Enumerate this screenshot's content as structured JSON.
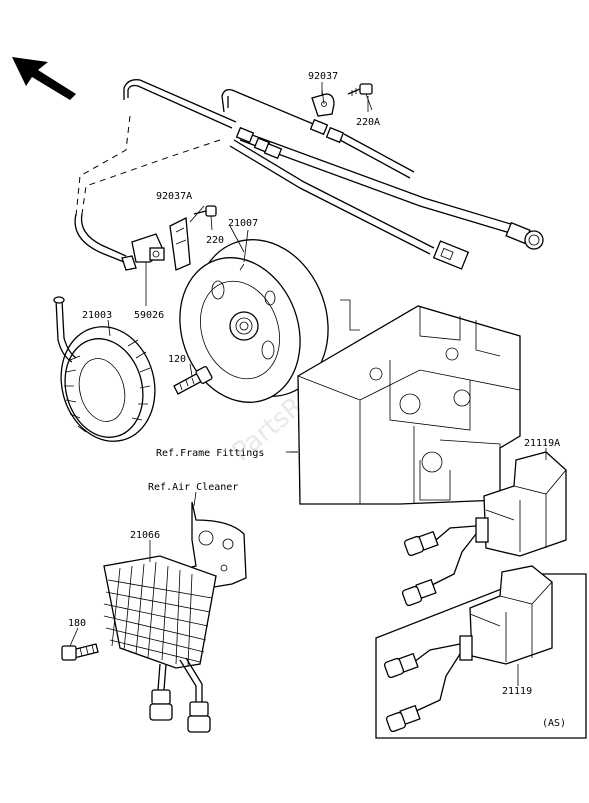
{
  "labels": {
    "p92037": "92037",
    "p220A": "220A",
    "p92037A": "92037A",
    "p220": "220",
    "p21007": "21007",
    "p59026": "59026",
    "p21003": "21003",
    "p120": "120",
    "ref_frame": "Ref.Frame Fittings",
    "ref_air": "Ref.Air Cleaner",
    "p21066": "21066",
    "p180": "180",
    "p21119A": "21119A",
    "p21119": "21119",
    "as_tag": "(AS)"
  },
  "watermark": "PartsRepublik",
  "icons": {
    "front_arrow": "arrow-up-left-icon"
  }
}
